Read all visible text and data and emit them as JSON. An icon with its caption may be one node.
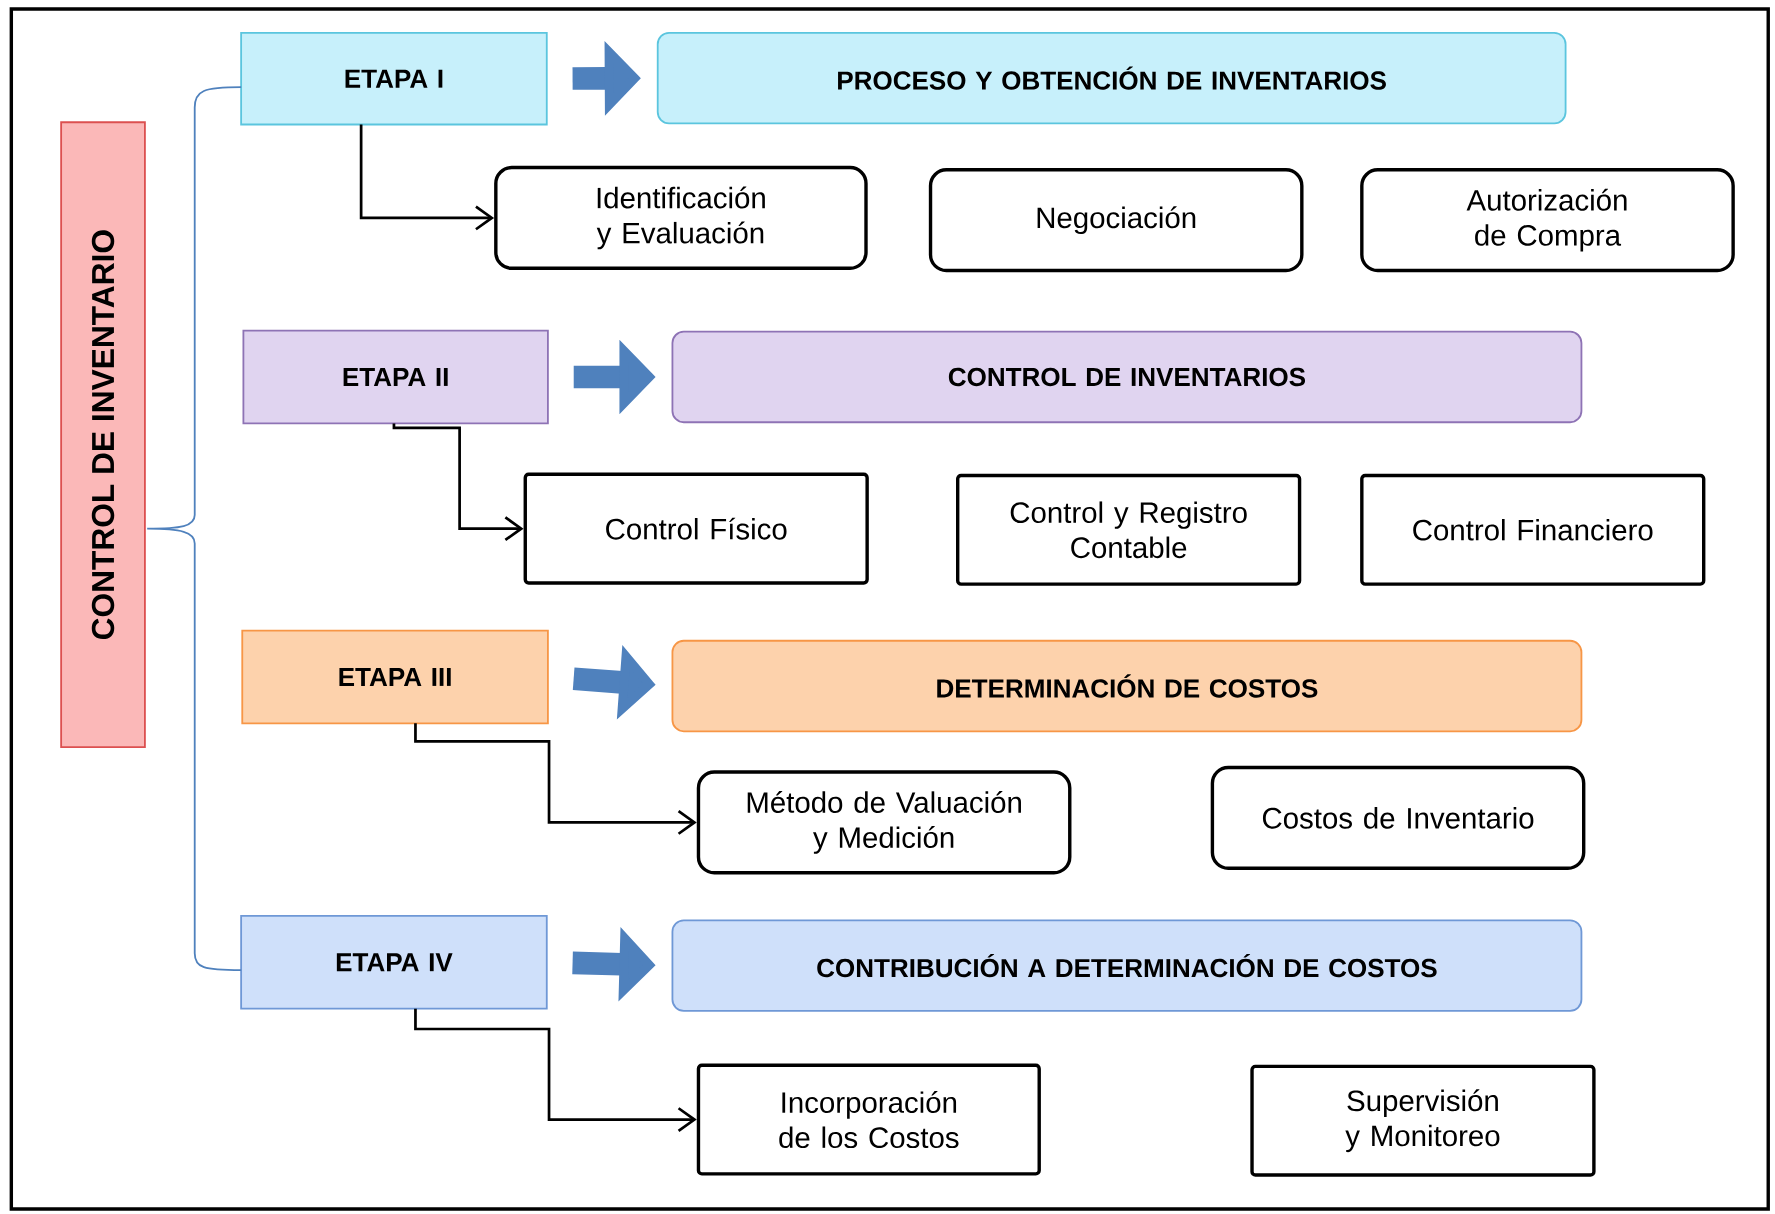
{
  "diagram": {
    "nodes": [
      {
        "text": [
          "CONTROL DE INVENTARIO"
        ]
      },
      {
        "text": [
          "ETAPA I"
        ]
      },
      {
        "text": [
          "PROCESO Y OBTENCIÓN DE INVENTARIOS"
        ]
      },
      {
        "text": [
          "Identificación y Evaluación"
        ]
      },
      {
        "text": [
          "Negociación"
        ]
      },
      {
        "text": [
          "Autorización de Compra"
        ]
      },
      {
        "text": [
          "ETAPA II"
        ]
      },
      {
        "text": [
          "CONTROL DE INVENTARIOS"
        ]
      },
      {
        "text": [
          "Control Físico"
        ]
      },
      {
        "text": [
          "Control y Registro Contable"
        ]
      },
      {
        "text": [
          "Control Financiero"
        ]
      },
      {
        "text": [
          "ETAPA III"
        ]
      },
      {
        "text": [
          "DETERMINACIÓN DE COSTOS"
        ]
      },
      {
        "text": [
          "Método de Valuación y Medición"
        ]
      },
      {
        "text": [
          "Costos de Inventario"
        ]
      },
      {
        "text": [
          "ETAPA IV"
        ]
      },
      {
        "text": [
          "CONTRIBUCIÓN A DETERMINACIÓN DE COSTOS"
        ]
      },
      {
        "text": [
          "Incorporación de los Costos"
        ]
      },
      {
        "text": [
          "Supervisión y Monitoreo"
        ]
      }
    ],
    "edges": [
      {
        "from": 1,
        "to": 2,
        "arrow": "to",
        "style": "thick",
        "color": "#4f81bd"
      },
      {
        "from": 6,
        "to": 7,
        "arrow": "to",
        "style": "thick",
        "color": "#4f81bd"
      },
      {
        "from": 11,
        "to": 12,
        "arrow": "to",
        "style": "thick",
        "color": "#4f81bd"
      },
      {
        "from": 15,
        "to": 16,
        "arrow": "to",
        "style": "thick",
        "color": "#4f81bd"
      },
      {
        "from": 1,
        "to": 3,
        "arrow": "to",
        "color": "#000000"
      },
      {
        "from": 6,
        "to": 8,
        "arrow": "to",
        "color": "#000000"
      },
      {
        "from": 11,
        "to": 13,
        "arrow": "to",
        "color": "#000000"
      },
      {
        "from": 15,
        "to": 17,
        "arrow": "to",
        "color": "#000000"
      }
    ]
  }
}
